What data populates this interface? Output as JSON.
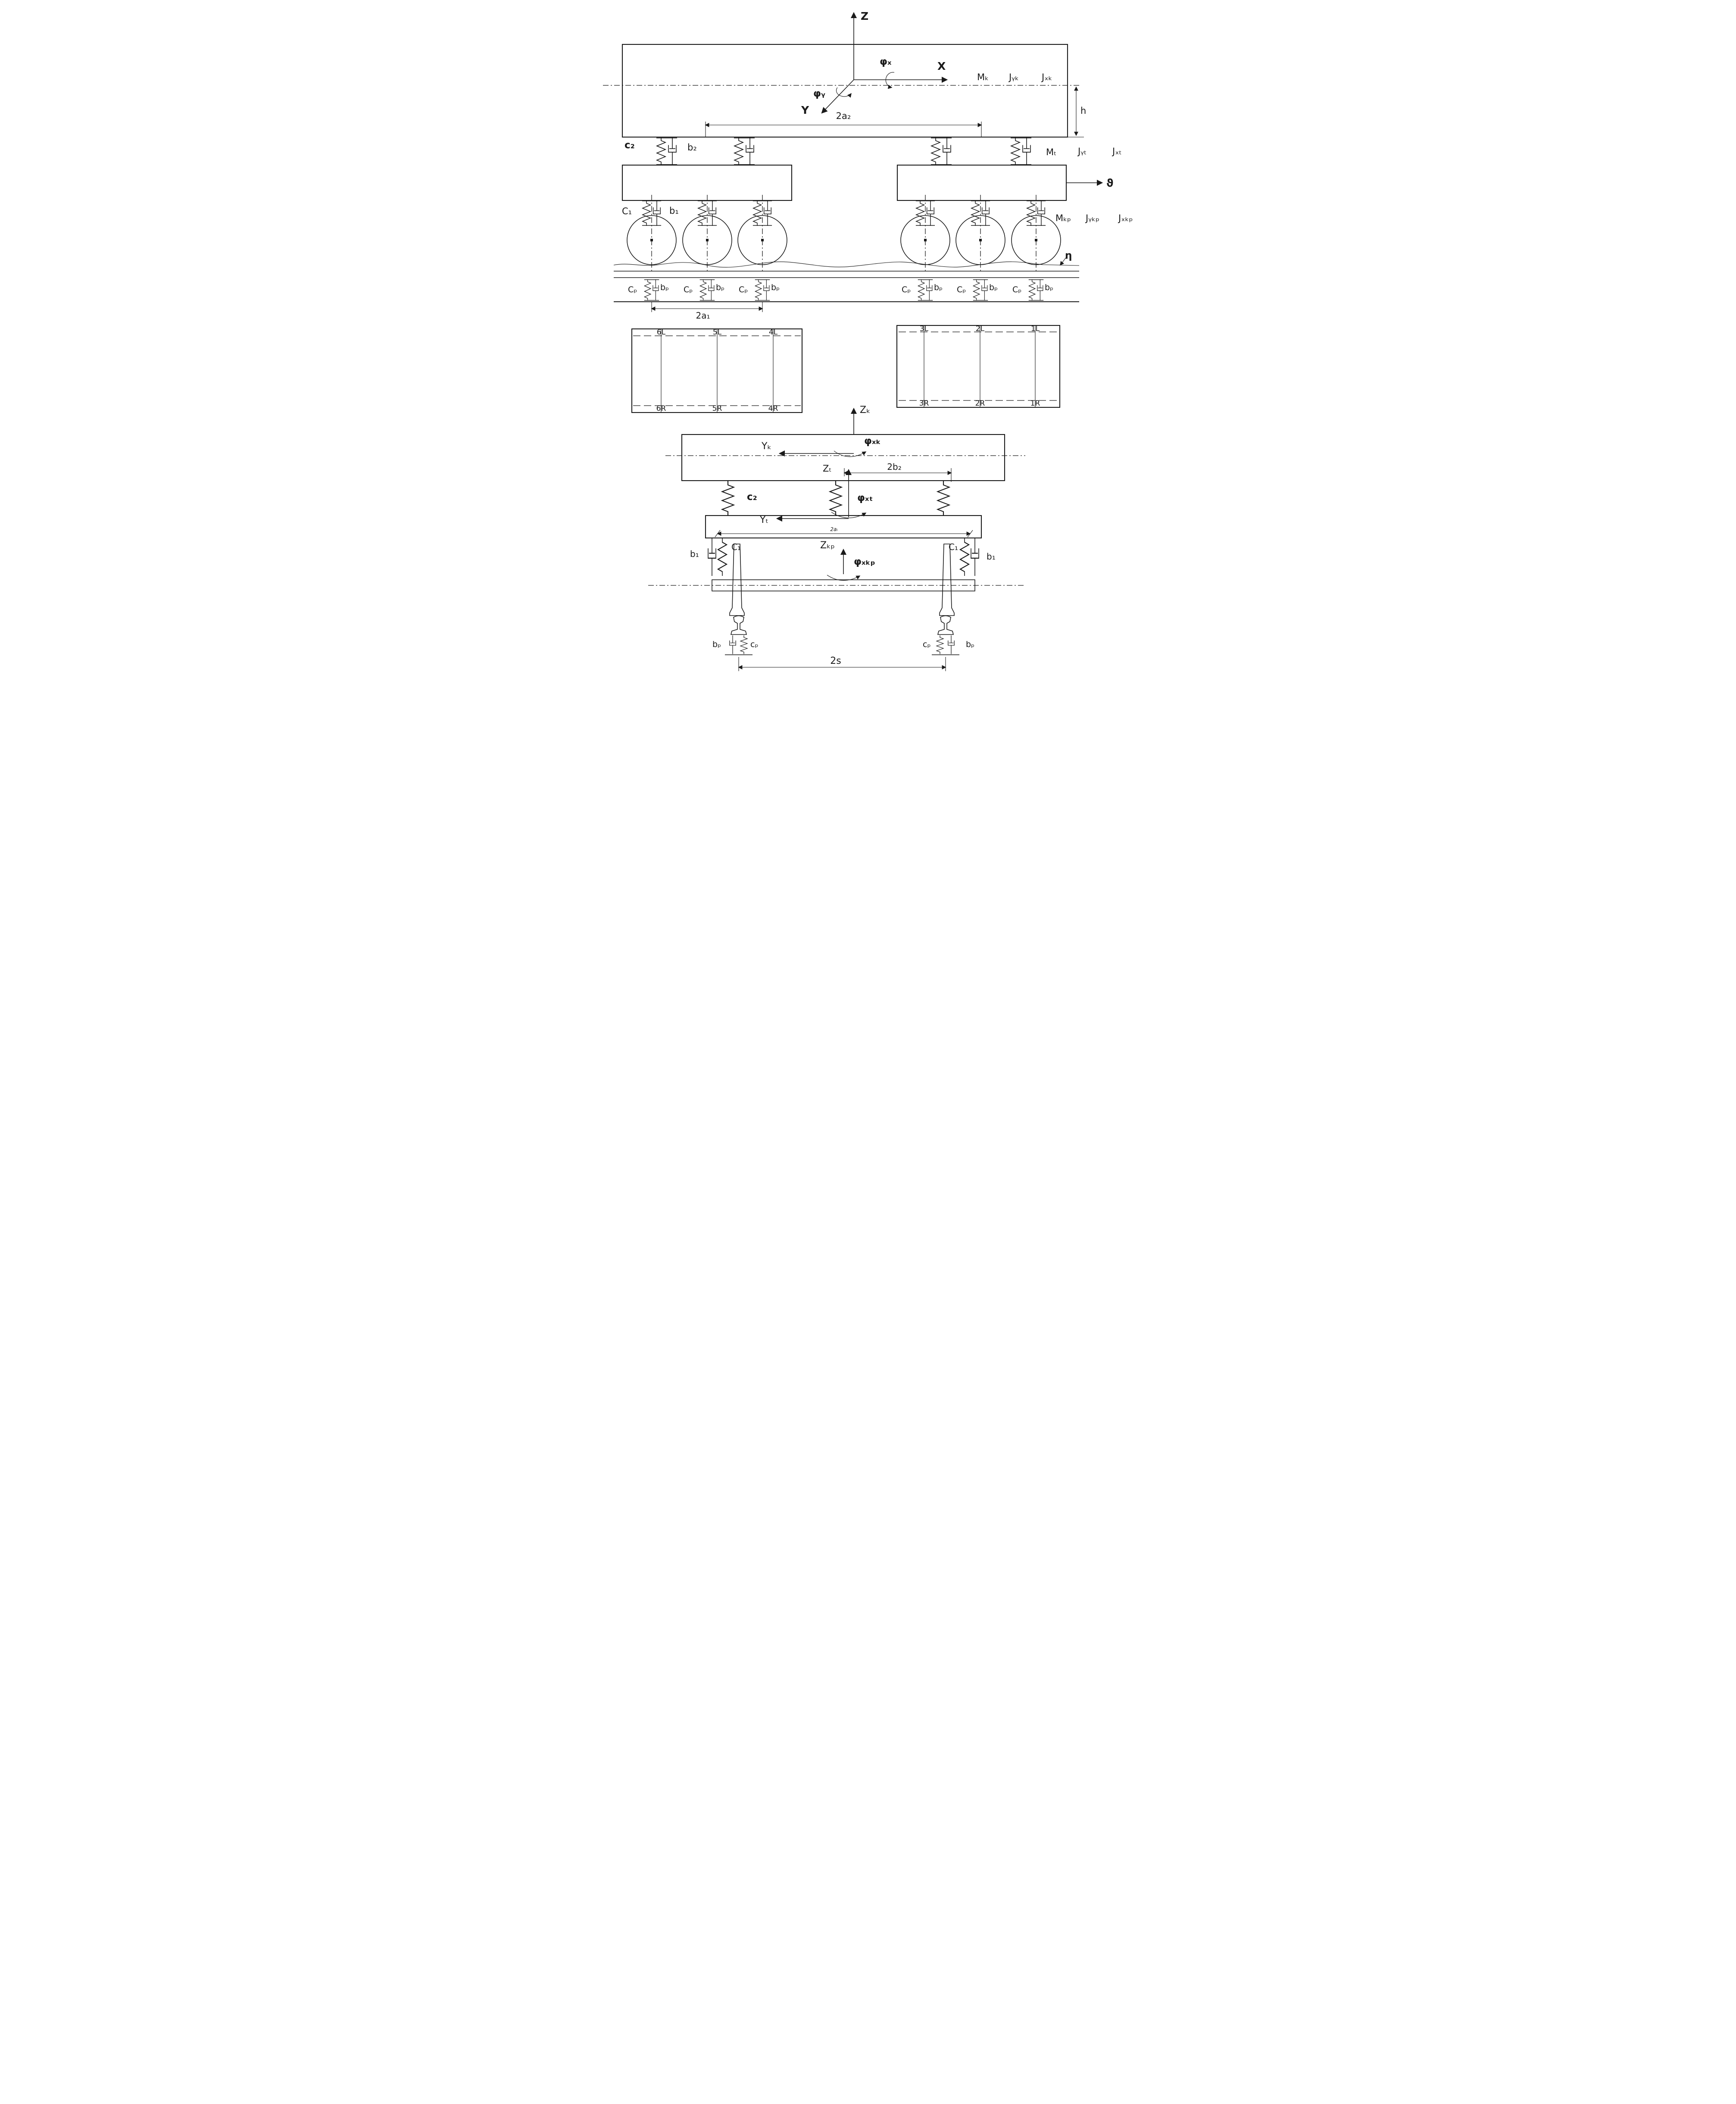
{
  "colors": {
    "line": "#1a1a1a",
    "background": "#ffffff"
  },
  "side_view": {
    "axis_z": "Z",
    "axis_x": "X",
    "axis_y": "Y",
    "phi_x": "φₓ",
    "phi_y": "φᵧ",
    "mk": "Mₖ",
    "jyk": "Jᵧₖ",
    "jxk": "Jₓₖ",
    "h": "h",
    "dim_2a2": "2a₂",
    "c2": "c₂",
    "b2": "b₂",
    "mt": "Mₜ",
    "jyt": "Jᵧₜ",
    "jxt": "Jₓₜ",
    "theta": "ϑ",
    "c1": "C₁",
    "b1": "b₁",
    "mkp": "Mₖₚ",
    "jykp": "Jᵧₖₚ",
    "jxkp": "Jₓₖₚ",
    "eta": "η",
    "cp": "Cₚ",
    "bp": "bₚ",
    "dim_2a1": "2a₁"
  },
  "plan_view": {
    "left_bogie": {
      "top": [
        "6L",
        "5L",
        "4L"
      ],
      "bottom": [
        "6R",
        "5R",
        "4R"
      ]
    },
    "right_bogie": {
      "top": [
        "3L",
        "2L",
        "1L"
      ],
      "bottom": [
        "3R",
        "2R",
        "1R"
      ]
    }
  },
  "end_view": {
    "zk": "Zₖ",
    "yk": "Yₖ",
    "phi_xk": "φₓₖ",
    "zt": "Zₜ",
    "dim_2b2": "2b₂",
    "c2": "c₂",
    "phi_xt": "φₓₜ",
    "yt": "Yₜ",
    "dim_2ai": "2aᵢ",
    "b1": "b₁",
    "c1": "C₁",
    "zkp": "Zₖₚ",
    "phi_xkp": "φₓₖₚ",
    "bp": "bₚ",
    "cp": "cₚ",
    "dim_2s": "2s"
  }
}
